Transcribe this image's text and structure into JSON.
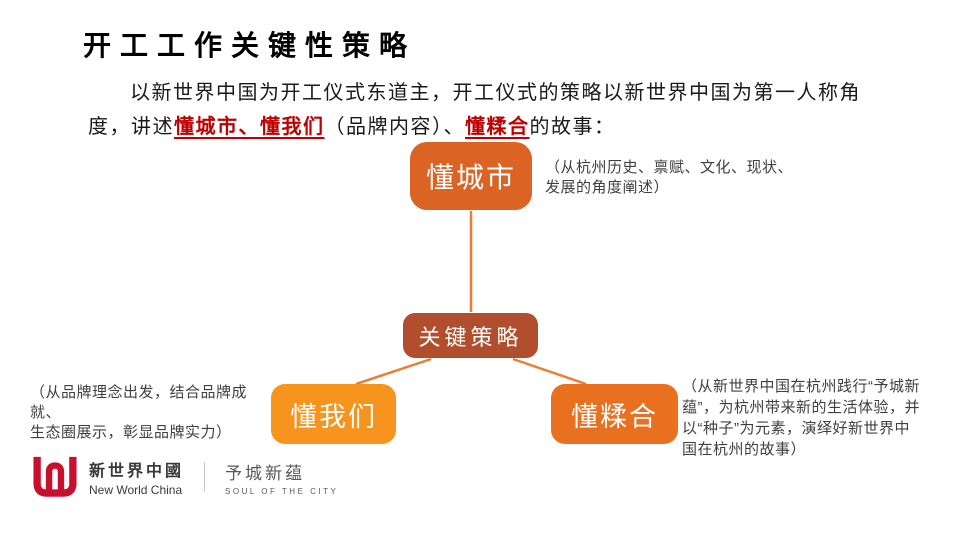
{
  "slide": {
    "title": "开工工作关键性策略",
    "paragraph": {
      "line1": "以新世界中国为开工仪式东道主，开工仪式的策略以新世界中国为第一人称角",
      "line2_seg1": "度，讲述",
      "line2_highlight1": "懂城市、懂我们",
      "line2_seg2": "（品牌内容）、",
      "line2_highlight2": "懂糅合",
      "line2_seg3": "的故事："
    },
    "highlight_color": "#C00000"
  },
  "diagram": {
    "nodes": {
      "top": {
        "label": "懂城市",
        "color": "#DB6323"
      },
      "center": {
        "label": "关键策略",
        "color": "#B04E2E"
      },
      "left": {
        "label": "懂我们",
        "color": "#F7941E"
      },
      "right": {
        "label": "懂糅合",
        "color": "#E9701E"
      }
    },
    "connector_color": "#ED7D31",
    "annotations": {
      "top": "（从杭州历史、禀赋、文化、现状、\n发展的角度阐述）",
      "left": "（从品牌理念出发，结合品牌成就、\n生态圈展示，彰显品牌实力）",
      "right": "（从新世界中国在杭州践行“予城新\n蕴”，为杭州带来新的生活体验，并\n以“种子”为元素，演绎好新世界中\n国在杭州的故事）"
    }
  },
  "footer": {
    "logo_icon": "new-world-china-meander-logo",
    "logo_color": "#C8102E",
    "logo_cn": "新世界中國",
    "logo_en": "New World China",
    "brand_cn": "予城新蕴",
    "brand_en": "SOUL OF THE CITY"
  }
}
